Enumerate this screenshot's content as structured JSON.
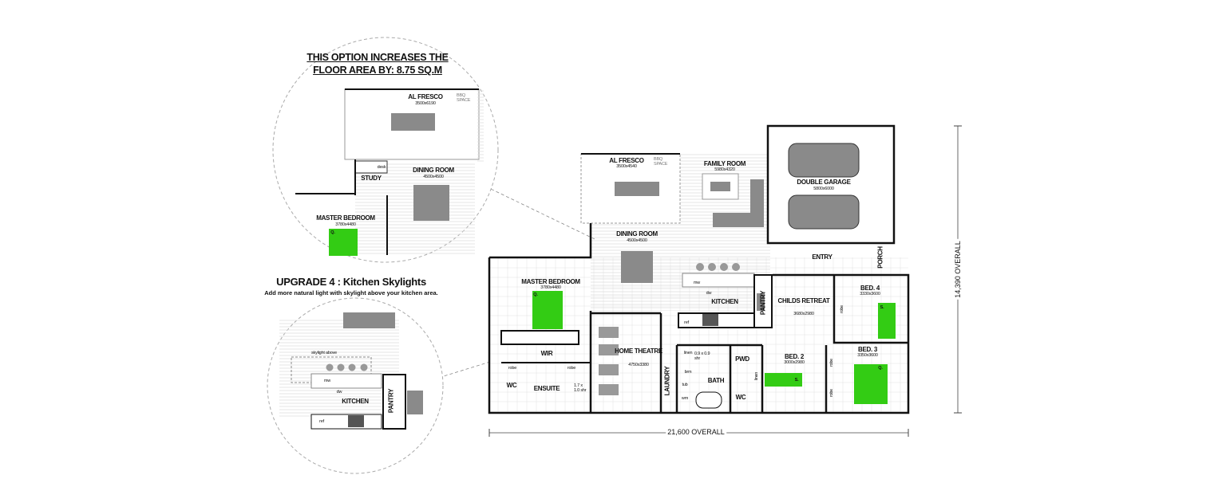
{
  "option_note": {
    "line1": "THIS OPTION INCREASES THE",
    "line2": "FLOOR AREA BY: 8.75 SQ.M"
  },
  "upgrade": {
    "title": "UPGRADE 4 : Kitchen Skylights",
    "description": "Add more natural light with skylight above your kitchen area."
  },
  "colors": {
    "bed_green": "#33cc14",
    "furniture_grey": "#8a8a8a"
  },
  "inset_top": {
    "al_fresco": {
      "name": "AL FRESCO",
      "size": "3500x6190"
    },
    "bbq": "BBQ SPACE",
    "desk": "desk",
    "study": "STUDY",
    "dining": {
      "name": "DINING ROOM",
      "size": "4500x4500"
    },
    "master": {
      "name": "MASTER BEDROOM",
      "size": "3780x4480"
    },
    "bed_q": "Q."
  },
  "inset_bottom": {
    "skylight": "skylight above",
    "mw": "mw",
    "dw": "dw",
    "kitchen": "KITCHEN",
    "pantry": "PANTRY",
    "ref": "ref"
  },
  "rooms": {
    "al_fresco": {
      "name": "AL FRESCO",
      "size": "3500x4540"
    },
    "bbq": "BBQ SPACE",
    "family": {
      "name": "FAMILY ROOM",
      "size": "5980x4320"
    },
    "garage": {
      "name": "DOUBLE GARAGE",
      "size": "5800x6000"
    },
    "dining": {
      "name": "DINING ROOM",
      "size": "4500x4500"
    },
    "entry": "ENTRY",
    "porch": "PORCH",
    "master": {
      "name": "MASTER BEDROOM",
      "size": "3780x4480"
    },
    "kitchen": "KITCHEN",
    "mw": "mw",
    "dw": "dw",
    "ref": "ref",
    "pantry": "PANTRY",
    "childs": {
      "name": "CHILDS RETREAT",
      "size": "3680x2980"
    },
    "bed4": {
      "name": "BED. 4",
      "size": "3330x3600"
    },
    "bed3": {
      "name": "BED. 3",
      "size": "3350x3600"
    },
    "bed2": {
      "name": "BED. 2",
      "size": "3000x2980"
    },
    "theatre": {
      "name": "HOME THEATRE",
      "size": "4750x3380"
    },
    "wir": "WIR",
    "robe": "robe",
    "wc": "WC",
    "ensuite": "ENSUITE",
    "shower_ens": "1.7 x 1.0 shr",
    "laundry": "LAUNDRY",
    "linen": "linen",
    "broom": "brm",
    "tub": "tub",
    "wm": "wm",
    "shower_bath": "0.9 x 0.9 shr",
    "bath": "BATH",
    "pwd": "PWD",
    "bed_q": "Q.",
    "bed_s": "S."
  },
  "dimensions": {
    "width": "21,600 OVERALL",
    "depth": "14,390 OVERALL"
  }
}
